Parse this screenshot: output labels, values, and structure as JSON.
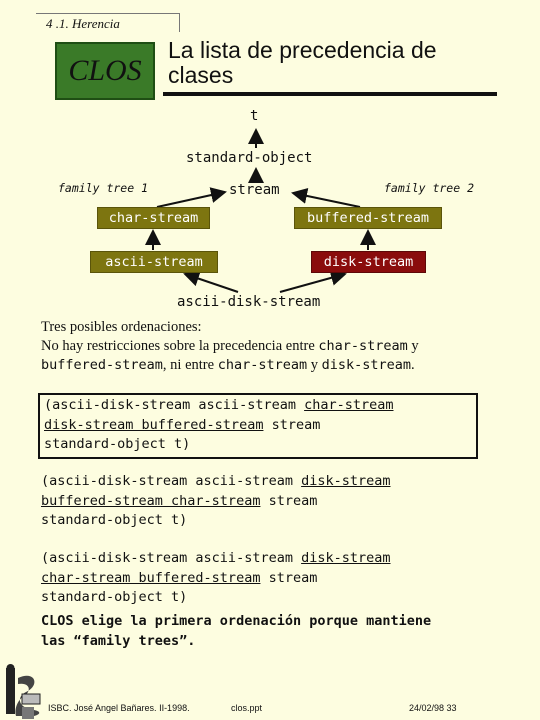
{
  "header": {
    "section": "4 .1. Herencia",
    "logo_text": "CLOS",
    "title_line1": "La lista de precedencia de",
    "title_line2": "clases"
  },
  "diagram": {
    "t": "t",
    "standard_object": "standard-object",
    "stream": "stream",
    "family_tree_1": "family tree 1",
    "family_tree_2": "family tree 2",
    "char_stream": "char-stream",
    "buffered_stream": "buffered-stream",
    "ascii_stream": "ascii-stream",
    "disk_stream": "disk-stream",
    "ascii_disk_stream": "ascii-disk-stream"
  },
  "explanation": {
    "line1": "Tres posibles ordenaciones:",
    "line2_a": "No hay restricciones sobre la precedencia entre ",
    "line2_code1": "char-stream",
    "line2_b": " y",
    "line3_code1": "buffered-stream",
    "line3_a": ", ni entre ",
    "line3_code2": "char-stream",
    "line3_b": " y ",
    "line3_code3": "disk-stream",
    "line3_c": "."
  },
  "orderings": [
    {
      "line1_plain": "(ascii-disk-stream  ascii-stream  ",
      "line1_u": "char-stream",
      "line2_u": "disk-stream buffered-stream",
      "line2_plain": " stream",
      "line3_plain": " standard-object t)"
    },
    {
      "line1_plain": "(ascii-disk-stream  ascii-stream ",
      "line1_u": "disk-stream",
      "line2_u": "buffered-stream  char-stream",
      "line2_plain": " stream",
      "line3_plain": "standard-object t)"
    },
    {
      "line1_plain": "(ascii-disk-stream  ascii-stream ",
      "line1_u": "disk-stream",
      "line2_u": "char-stream buffered-stream",
      "line2_plain": " stream",
      "line3_plain": "standard-object t)"
    }
  ],
  "conclusion": {
    "line1": "CLOS elige la primera ordenación porque mantiene",
    "line2": "las “family trees”."
  },
  "footer": {
    "credit": "ISBC. José Angel Bañares. II-1998.",
    "file": "clos.ppt",
    "date_page": "24/02/98  33"
  },
  "colors": {
    "background": "#fdfde0",
    "logo_green": "#3a7a28",
    "olive_box": "#7d7510",
    "maroon_box": "#8a0c0c"
  }
}
